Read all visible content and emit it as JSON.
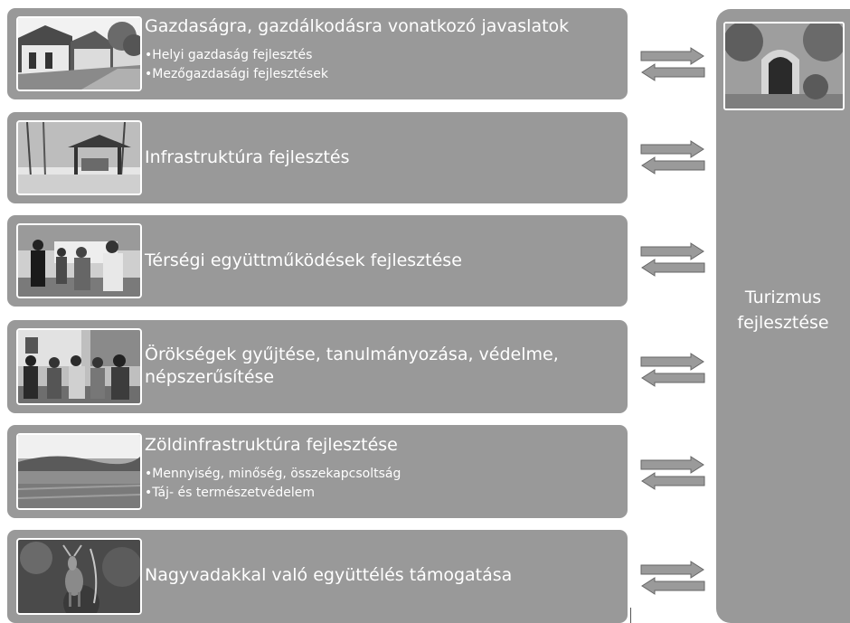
{
  "rows": [
    {
      "title": "Gazdaságra, gazdálkodásra vonatkozó javaslatok",
      "bullets": [
        "•Helyi gazdaság fejlesztés",
        "•Mezőgazdasági fejlesztések"
      ],
      "image": "village-houses-photo"
    },
    {
      "title": "Infrastruktúra fejlesztés",
      "bullets": [],
      "image": "forest-shelter-photo"
    },
    {
      "title": "Térségi együttműködések fejlesztése",
      "bullets": [],
      "image": "group-of-people-photo"
    },
    {
      "title_lines": [
        "Örökségek gyűjtése, tanulmányozása, védelme,",
        "népszerűsítése"
      ],
      "bullets": [],
      "image": "heritage-visitors-photo"
    },
    {
      "title": "Zöldinfrastruktúra fejlesztése",
      "bullets": [
        "•Mennyiség, minőség, összekapcsoltság",
        "•Táj- és természetvédelem"
      ],
      "image": "landscape-photo"
    },
    {
      "title": "Nagyvadakkal való együttélés támogatása",
      "bullets": [],
      "image": "deer-in-forest-photo"
    }
  ],
  "side_panel": {
    "title_lines": [
      "Turizmus",
      "fejlesztése"
    ],
    "image": "cellar-entrance-photo"
  },
  "colors": {
    "panel": "#999999",
    "text": "#ffffff",
    "arrow_fill": "#9a9a9a",
    "arrow_stroke": "#666666"
  }
}
